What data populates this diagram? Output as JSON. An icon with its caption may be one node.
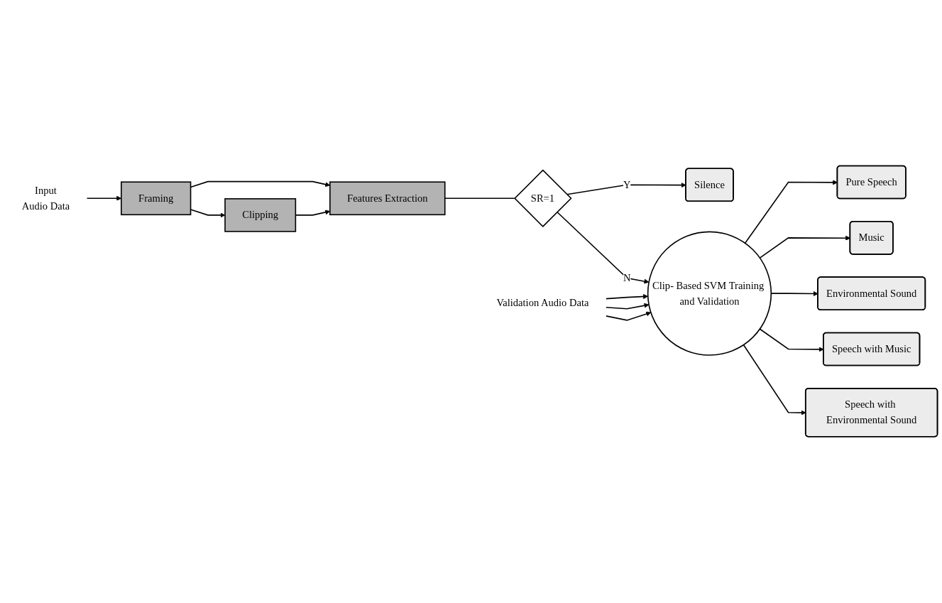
{
  "diagram": {
    "nodes": [
      {
        "text": [
          "Input",
          "Audio Data"
        ]
      },
      {
        "text": [
          "Framing"
        ]
      },
      {
        "text": [
          "Clipping"
        ]
      },
      {
        "text": [
          "Features Extraction"
        ]
      },
      {
        "text": [
          "SR=1"
        ]
      },
      {
        "text": [
          "Silence"
        ]
      },
      {
        "text": [
          "Clip- Based SVM Training and Validation"
        ]
      },
      {
        "text": [
          "Pure Speech"
        ]
      },
      {
        "text": [
          "Music"
        ]
      },
      {
        "text": [
          "Environmental Sound"
        ]
      },
      {
        "text": [
          "Speech with Music"
        ]
      },
      {
        "text": [
          "Speech with Environmental Sound"
        ]
      },
      {
        "text": [
          "Validation Audio Data"
        ]
      }
    ],
    "edges": [
      {
        "from": 0,
        "to": 1,
        "arrow": "to"
      },
      {
        "from": 1,
        "to": 2,
        "arrow": "to"
      },
      {
        "from": 1,
        "to": 3,
        "arrow": "to"
      },
      {
        "from": 2,
        "to": 3,
        "arrow": "to"
      },
      {
        "from": 3,
        "to": 4,
        "arrow": "none"
      },
      {
        "from": 4,
        "to": 5,
        "arrow": "to",
        "label": "Y"
      },
      {
        "from": 4,
        "to": 6,
        "arrow": "to",
        "label": "N"
      },
      {
        "from": 6,
        "to": 7,
        "arrow": "to"
      },
      {
        "from": 6,
        "to": 8,
        "arrow": "to"
      },
      {
        "from": 6,
        "to": 9,
        "arrow": "to"
      },
      {
        "from": 6,
        "to": 10,
        "arrow": "to"
      },
      {
        "from": 6,
        "to": 11,
        "arrow": "to"
      },
      {
        "from": 12,
        "to": 6,
        "arrow": "to"
      },
      {
        "from": 12,
        "to": 6,
        "arrow": "to"
      },
      {
        "from": 12,
        "to": 6,
        "arrow": "to"
      }
    ]
  }
}
